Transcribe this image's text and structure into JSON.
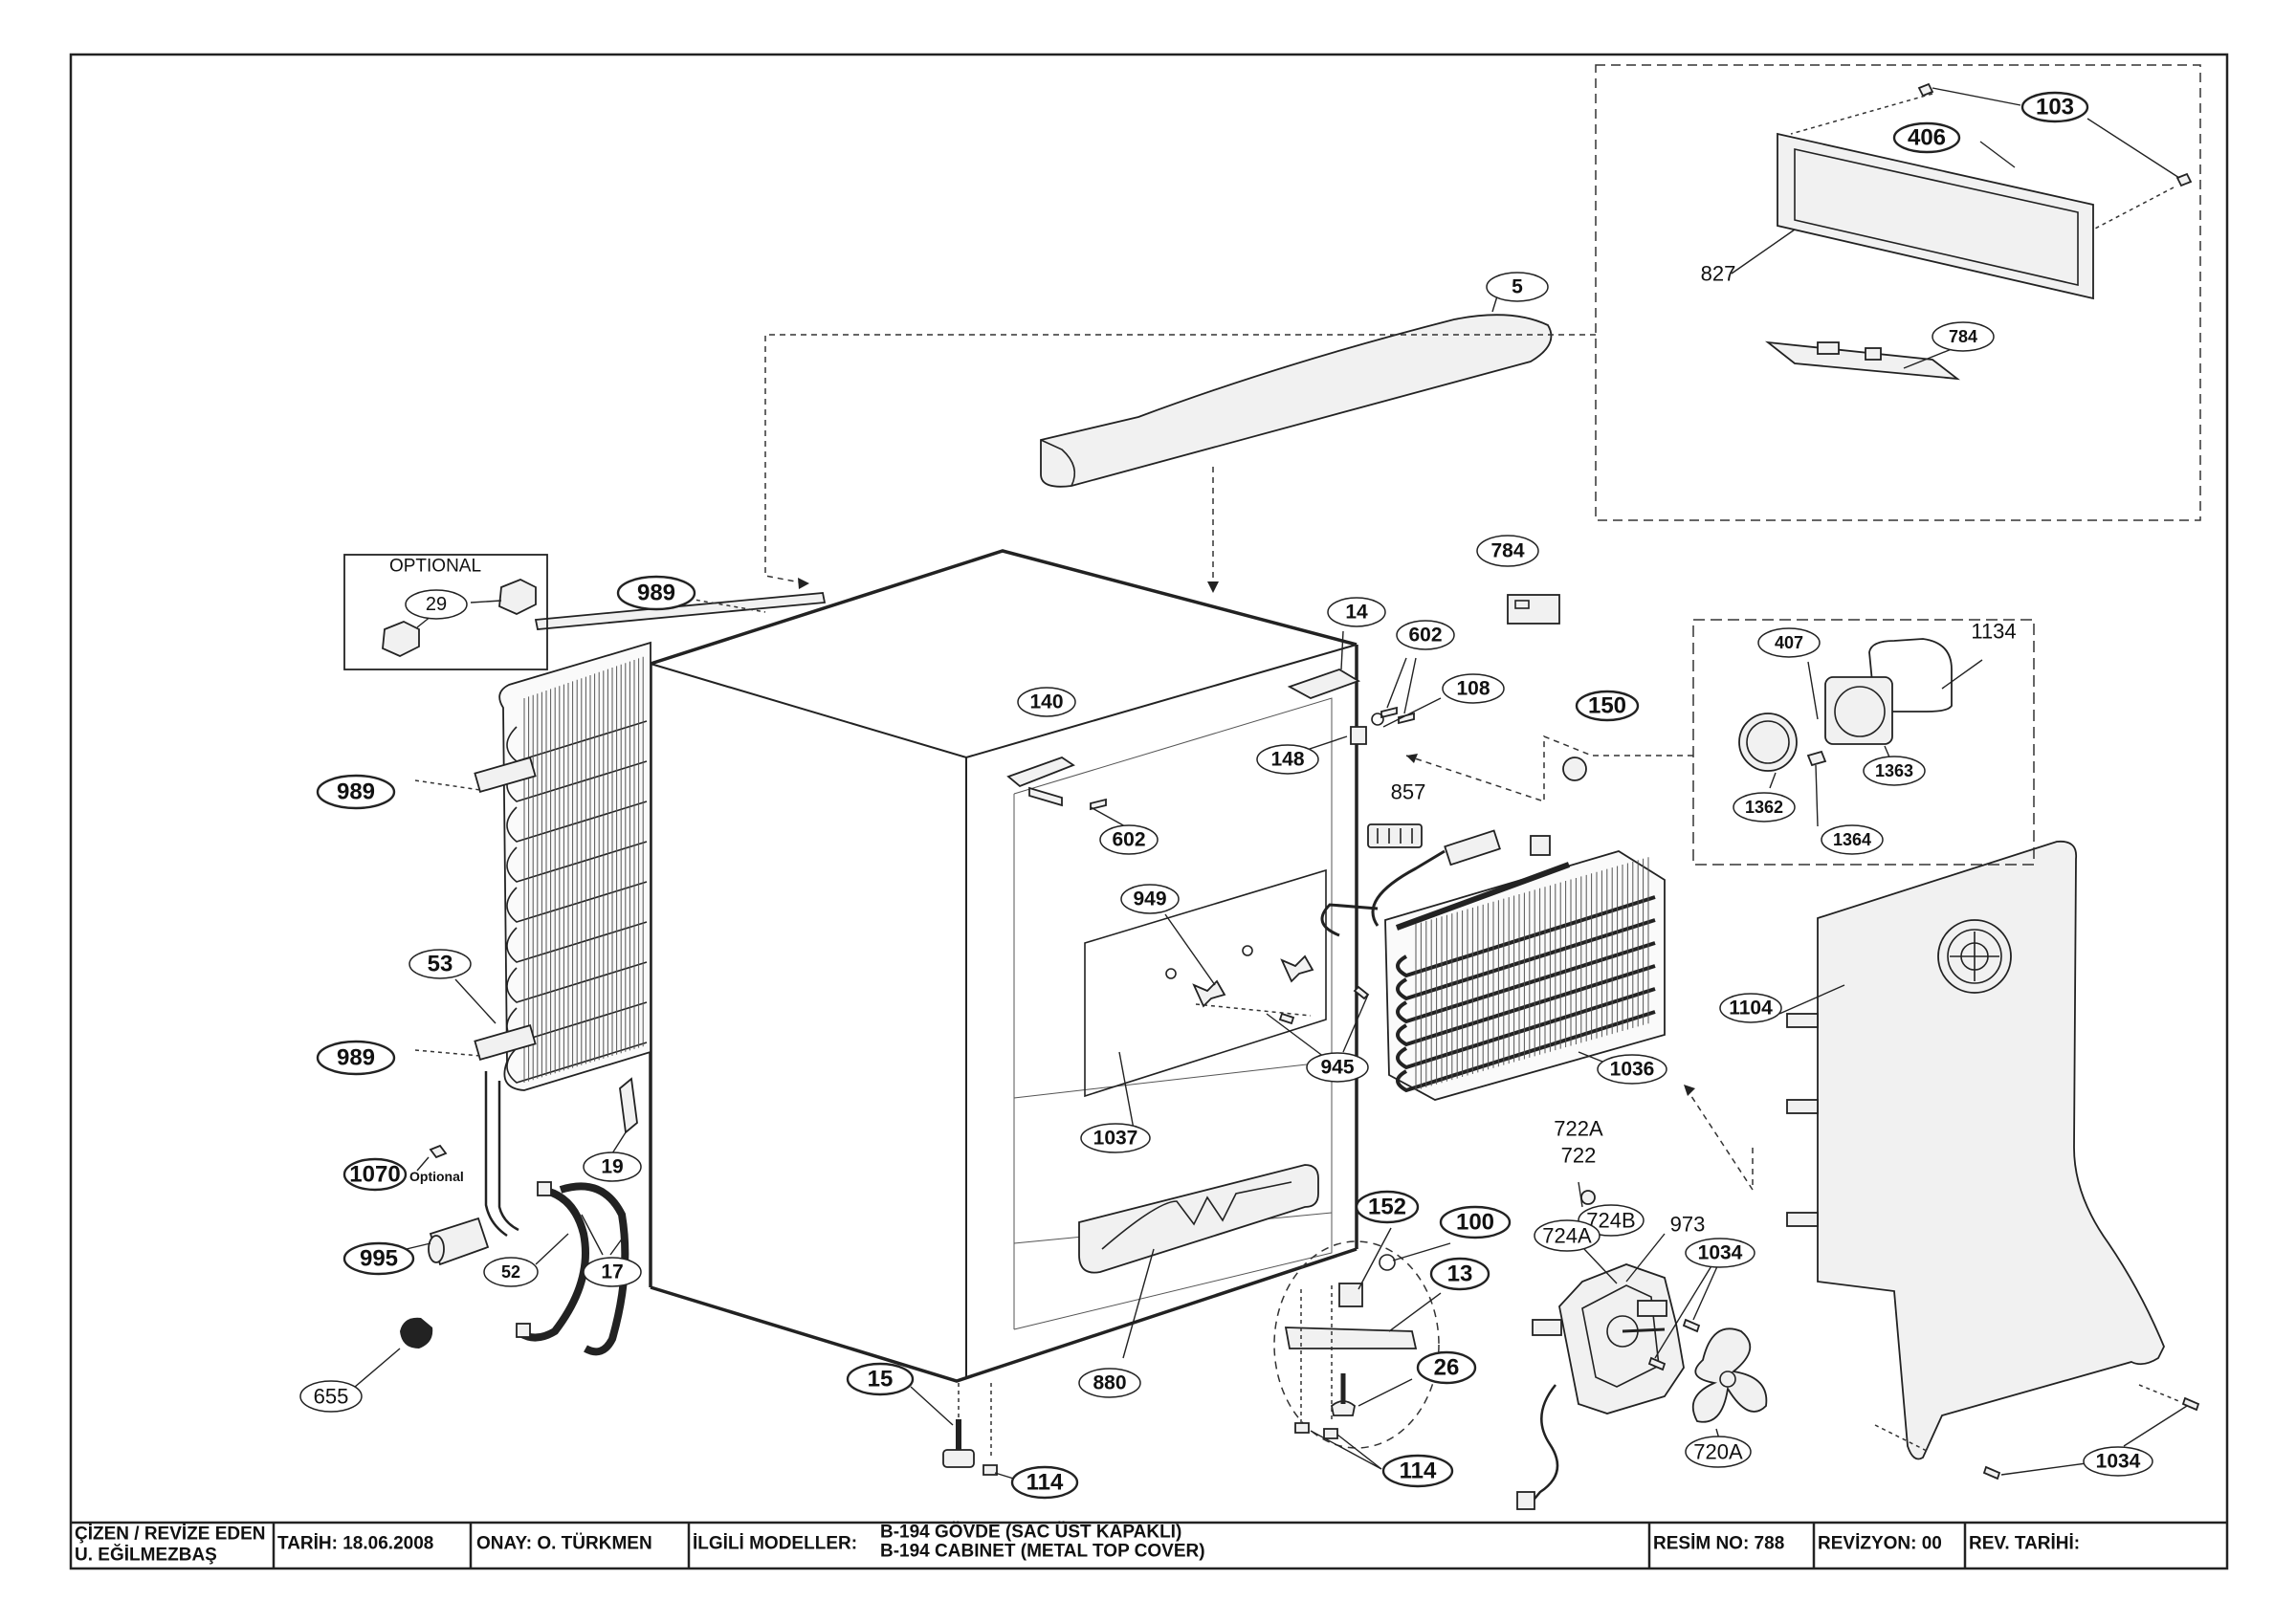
{
  "callouts": {
    "c103": "103",
    "c406": "406",
    "c827": "827",
    "c784a": "784",
    "c5": "5",
    "c784b": "784",
    "c989a": "989",
    "c989b": "989",
    "c989c": "989",
    "c29": "29",
    "optional_title": "OPTIONAL",
    "c140": "140",
    "c14": "14",
    "c602a": "602",
    "c602b": "602",
    "c108": "108",
    "c148": "148",
    "c150": "150",
    "c857": "857",
    "c1134": "1134",
    "c407": "407",
    "c1363": "1363",
    "c1362": "1362",
    "c1364": "1364",
    "c949": "949",
    "c945": "945",
    "c1036": "1036",
    "c1104": "1104",
    "c53": "53",
    "c1037": "1037",
    "c19": "19",
    "c1070": "1070",
    "optional_small": "Optional",
    "c995": "995",
    "c52": "52",
    "c17": "17",
    "c655": "655",
    "c15": "15",
    "c114a": "114",
    "c114b": "114",
    "c880": "880",
    "c152": "152",
    "c100": "100",
    "c13": "13",
    "c26": "26",
    "c722a": "722A",
    "c722": "722",
    "c724b": "724B",
    "c724a": "724A",
    "c973": "973",
    "c1034a": "1034",
    "c1034b": "1034",
    "c720a": "720A"
  },
  "title_block": {
    "drawn_by_label": "ÇİZEN / REVİZE EDEN",
    "drawn_by_name": "U. EĞİLMEZBAŞ",
    "date": "TARİH: 18.06.2008",
    "approval": "ONAY: O. TÜRKMEN",
    "models_label": "İLGİLİ MODELLER:",
    "model_line1": "B-194  GÖVDE (SAC ÜST KAPAKLI)",
    "model_line2": "B-194 CABINET (METAL TOP COVER)",
    "drawing_no": "RESİM NO: 788",
    "revision": "REVİZYON: 00",
    "revision_date": "REV. TARİHİ:"
  }
}
